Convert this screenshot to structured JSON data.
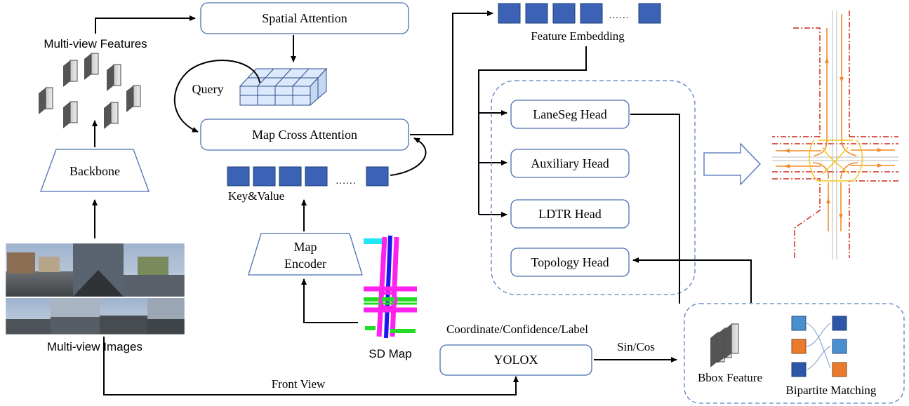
{
  "labels": {
    "multi_view_features": "Multi-view Features",
    "spatial_attention": "Spatial Attention",
    "query": "Query",
    "map_cross_attention": "Map Cross Attention",
    "backbone": "Backbone",
    "key_value": "Key&Value",
    "map_encoder_line1": "Map",
    "map_encoder_line2": "Encoder",
    "multi_view_images": "Multi-view Images",
    "sd_map": "SD Map",
    "feature_embedding": "Feature Embedding",
    "laneseg_head": "LaneSeg Head",
    "auxiliary_head": "Auxiliary Head",
    "ldtr_head": "LDTR Head",
    "topology_head": "Topology Head",
    "coordinate_confidence_label": "Coordinate/Confidence/Label",
    "yolox": "YOLOX",
    "sin_cos": "Sin/Cos",
    "front_view": "Front View",
    "bbox_feature": "Bbox Feature",
    "bipartite_matching": "Bipartite Matching",
    "ellipsis": "......"
  },
  "colors": {
    "token_blue": "#3b62b4",
    "box_border": "#4a6fb0",
    "dashed_border": "#5a7fc0",
    "sd_magenta": "#ff22ee",
    "sd_green": "#22dd22",
    "sd_cyan": "#22e6f2",
    "sd_blue": "#1a1aee",
    "match_orange": "#ea7b2c",
    "match_light_blue": "#4a90d0",
    "match_dark_blue": "#2e56a8",
    "map_red": "#cc2a1a",
    "map_orange": "#f08a2a",
    "map_yellow": "#f5c518"
  },
  "icons": {
    "camera_images": "street-view-camera-grid",
    "hd_map_output": "hd-map-intersection-output",
    "feature_cube": "bev-feature-grid-icon",
    "sd_map_icon": "sd-map-roads-icon"
  }
}
